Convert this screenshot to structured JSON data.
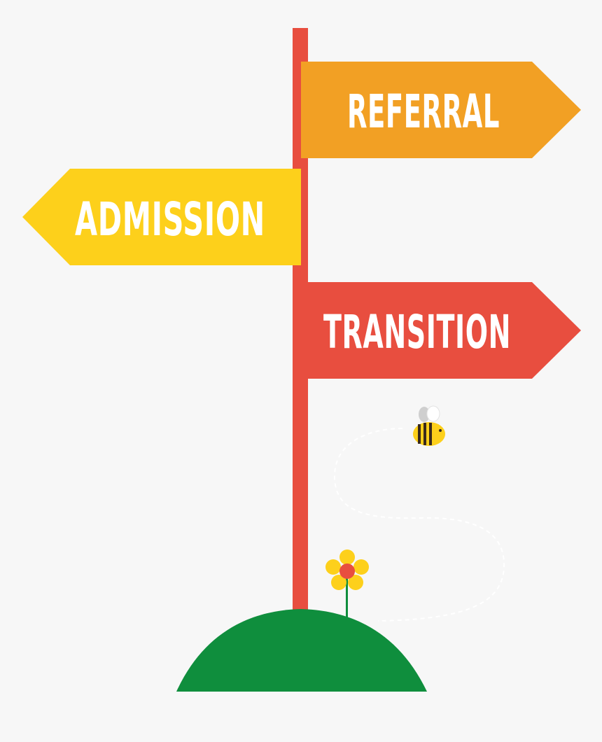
{
  "signs": {
    "referral": {
      "label": "REFERRAL",
      "color": "#f2a024"
    },
    "admission": {
      "label": "ADMISSION",
      "color": "#fdd01b"
    },
    "transition": {
      "label": "TRANSITION",
      "color": "#e84e3f"
    }
  },
  "colors": {
    "background": "#f7f7f7",
    "pole": "#e84e3f",
    "hill": "#0f8e3d",
    "flower_petal": "#fdd01b",
    "flower_center": "#e84e3f",
    "stem": "#0f8e3d",
    "bee_body": "#fdd01b",
    "bee_stripe": "#3a2a1c",
    "bee_wing": "#ffffff",
    "flight_path": "#ffffff"
  },
  "icons": [
    "signpost-icon",
    "bee-icon",
    "flower-icon",
    "hill-icon"
  ]
}
